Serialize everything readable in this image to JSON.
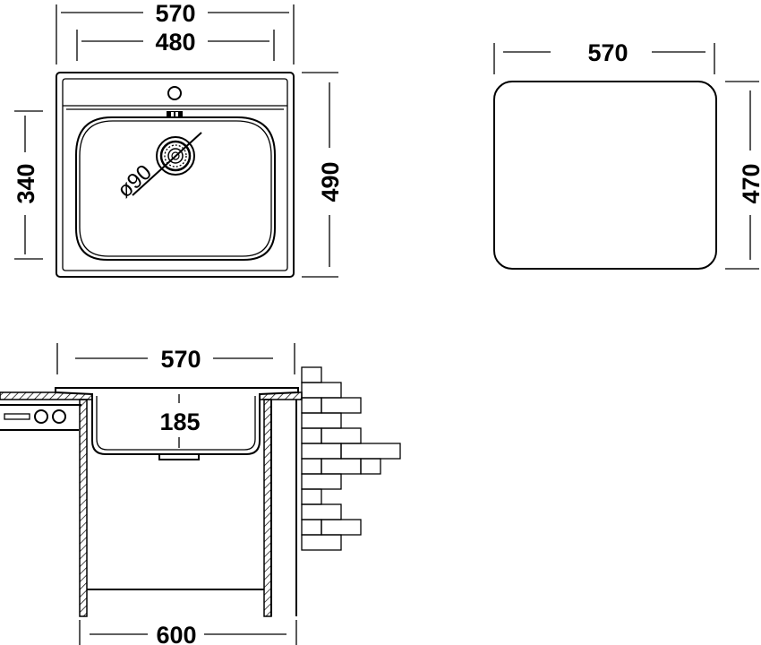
{
  "top_view": {
    "width_outer": "570",
    "width_bowl": "480",
    "depth_bowl": "340",
    "depth_outer": "490",
    "drain_diameter": "ø90"
  },
  "cutout_view": {
    "width": "570",
    "depth": "470"
  },
  "section_view": {
    "width": "570",
    "bowl_depth": "185",
    "cabinet_width": "600"
  }
}
